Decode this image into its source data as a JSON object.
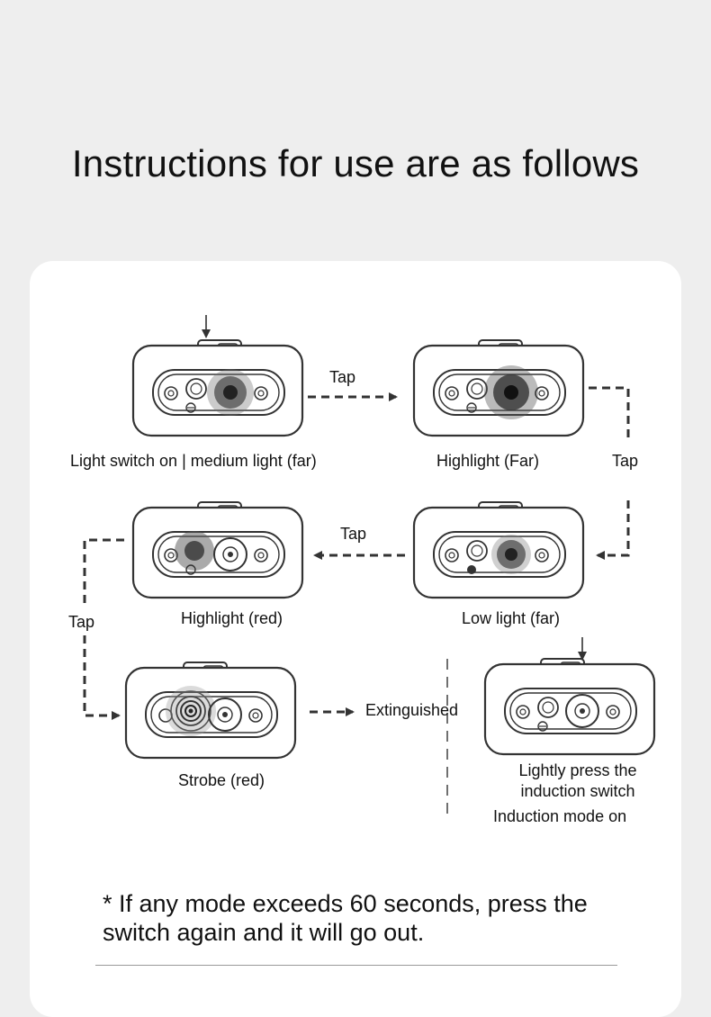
{
  "page_title": "Instructions for use are as follows",
  "steps": [
    {
      "label": "Light switch on | medium light (far)"
    },
    {
      "label": "Highlight (Far)"
    },
    {
      "label": "Low light (far)"
    },
    {
      "label": "Highlight (red)"
    },
    {
      "label": "Strobe (red)"
    },
    {
      "label": "Lightly press the induction switch"
    },
    {
      "label": "Induction mode on"
    }
  ],
  "arrows": {
    "tap": "Tap",
    "extinguished": "Extinguished"
  },
  "footnote": "* If any mode exceeds 60 seconds, press the switch again and it will go out.",
  "colors": {
    "background": "#eeeeee",
    "card": "#ffffff",
    "line": "#333333"
  }
}
